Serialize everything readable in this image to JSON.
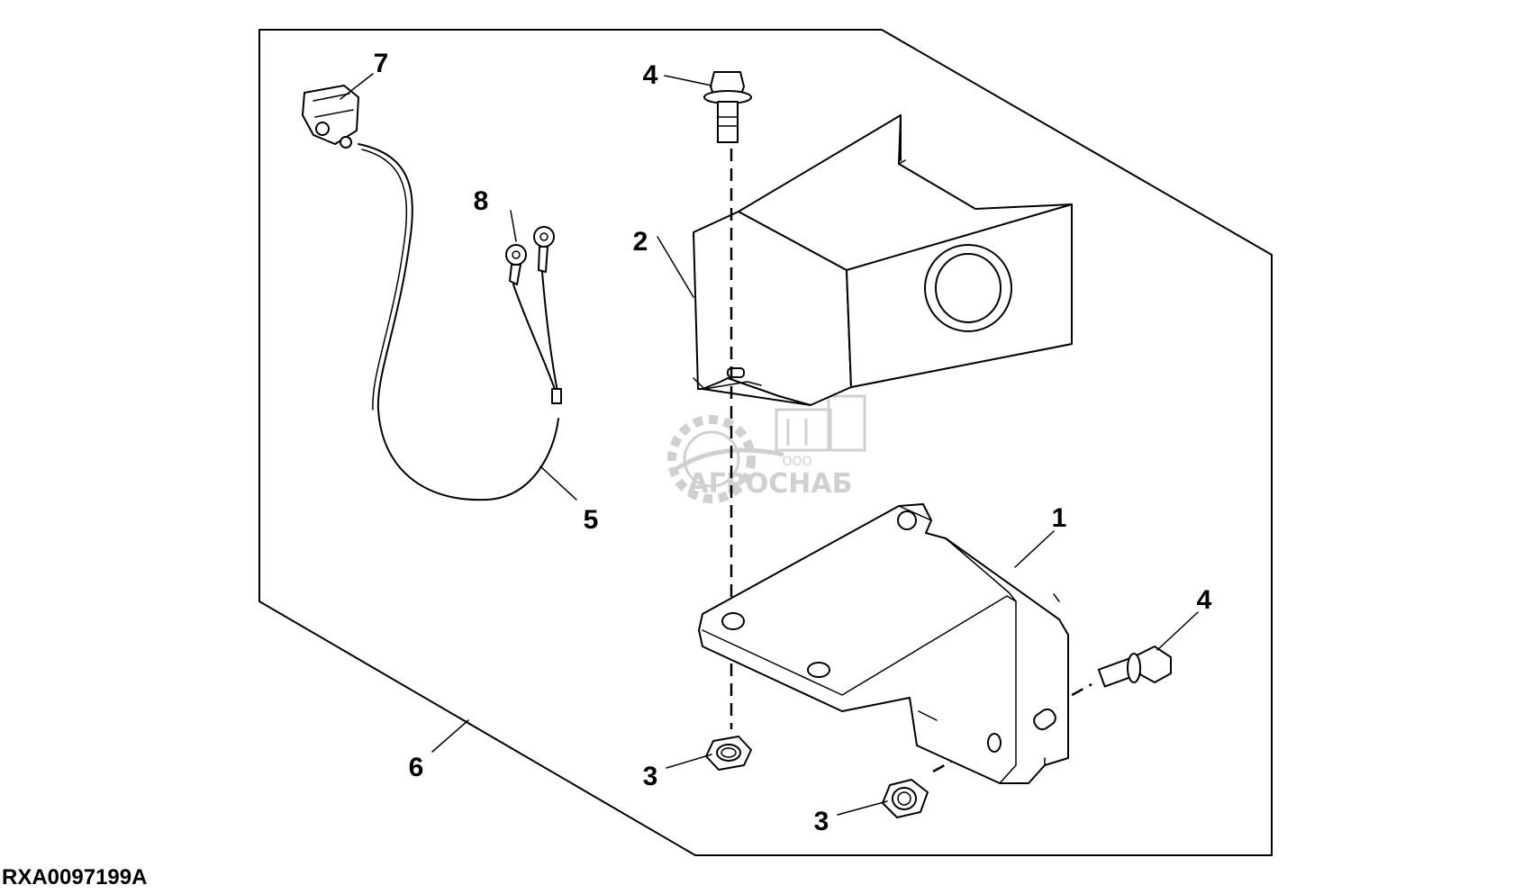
{
  "figure_id": "RXA0097199A",
  "watermark": {
    "small": "ООО",
    "brand": "АГРОСНАБ",
    "color": "#c8c8c8"
  },
  "callouts": {
    "c1": "1",
    "c2": "2",
    "c3a": "3",
    "c3b": "3",
    "c4a": "4",
    "c4b": "4",
    "c5": "5",
    "c6": "6",
    "c7": "7",
    "c8": "8"
  }
}
